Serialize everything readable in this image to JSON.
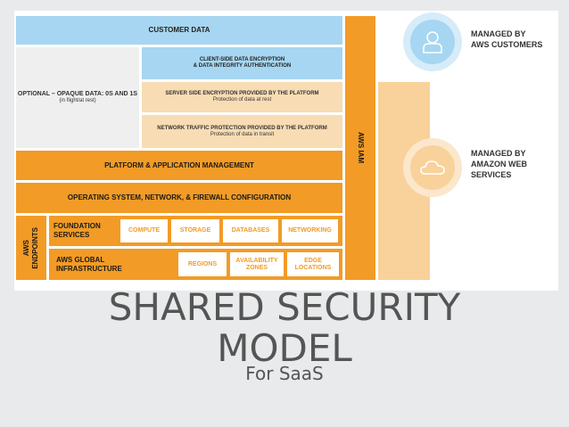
{
  "customer_data": "CUSTOMER DATA",
  "client_side": {
    "line1": "CLIENT-SIDE DATA ENCRYPTION",
    "line2": "& DATA INTEGRITY AUTHENTICATION"
  },
  "optional": {
    "line1": "OPTIONAL – OPAQUE DATA: 0S AND 1S",
    "line2": "(in flight/at rest)"
  },
  "server_side": {
    "title": "SERVER SIDE ENCRYPTION PROVIDED BY THE PLATFORM",
    "sub": "Protection of data at rest"
  },
  "network_traffic": {
    "title": "NETWORK TRAFFIC PROTECTION PROVIDED BY THE PLATFORM",
    "sub": "Protection of data in transit"
  },
  "platform_mgmt": "PLATFORM & APPLICATION MANAGEMENT",
  "os_config": "OPERATING SYSTEM, NETWORK, & FIREWALL CONFIGURATION",
  "aws_endpoints": {
    "line1": "AWS",
    "line2": "ENDPOINTS"
  },
  "foundation": {
    "line1": "FOUNDATION",
    "line2": "SERVICES",
    "items": [
      "COMPUTE",
      "STORAGE",
      "DATABASES",
      "NETWORKING"
    ]
  },
  "global_infra": {
    "line1": "AWS GLOBAL",
    "line2": "INFRASTRUCTURE",
    "regions": "REGIONS",
    "az_line1": "AVAILABILITY",
    "az_line2": "ZONES",
    "edge_line1": "EDGE",
    "edge_line2": "LOCATIONS"
  },
  "aws_iam": "AWS IAM",
  "legend": {
    "customers_line1": "MANAGED BY",
    "customers_line2": "AWS CUSTOMERS",
    "amazon_line1": "MANAGED BY",
    "amazon_line2": "AMAZON WEB",
    "amazon_line3": "SERVICES"
  },
  "slide": {
    "title_line1": "SHARED SECURITY",
    "title_line2": "MODEL",
    "subtitle": "For SaaS"
  },
  "colors": {
    "aws_orange": "#f29b26",
    "customer_blue": "#a6d6f1",
    "peach": "#f8dcb4"
  }
}
